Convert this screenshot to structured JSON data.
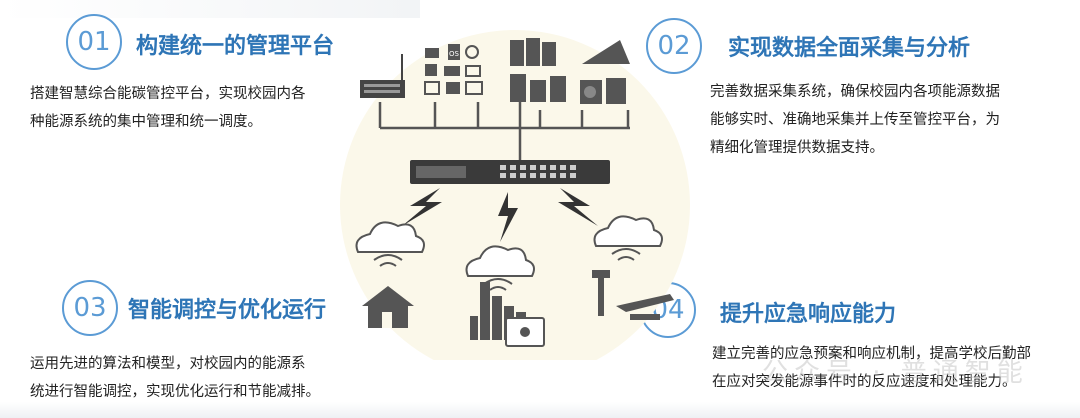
{
  "sections": [
    {
      "number": "01",
      "title": "构建统一的管理平台",
      "lines": [
        "搭建智慧综合能碳管控平台，实现校园内各",
        "种能源系统的集中管理和统一调度。"
      ]
    },
    {
      "number": "02",
      "title": "实现数据全面采集与分析",
      "lines": [
        "完善数据采集系统，确保校园内各项能源数据",
        "能够实时、准确地采集并上传至管控平台，为",
        "精细化管理提供数据支持。"
      ]
    },
    {
      "number": "03",
      "title": "智能调控与优化运行",
      "lines": [
        "运用先进的算法和模型，对校园内的能源系",
        "统进行智能调控，实现优化运行和节能减排。"
      ]
    },
    {
      "number": "04",
      "title": "提升应急响应能力",
      "lines": [
        "建立完善的应急预案和响应机制，提高学校后勤部",
        "在应对突发能源事件时的反应速度和处理能力。"
      ]
    }
  ],
  "diagram": {
    "small_device_label": "OS",
    "colors": {
      "accent": "#5b9bd5",
      "heading": "#2e75b6",
      "icon": "#555555",
      "circle_bg": "#fbf8ea"
    }
  },
  "watermark": "公众号 · 普通智能"
}
